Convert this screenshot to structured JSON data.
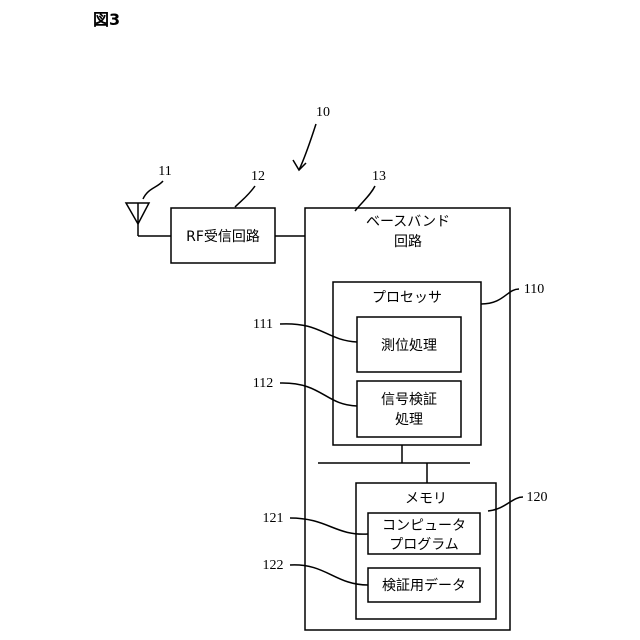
{
  "figure_label": "図3",
  "refs": {
    "system": "10",
    "antenna": "11",
    "rf_circuit": "12",
    "baseband": "13",
    "processor": "110",
    "positioning": "111",
    "signal_verification": "112",
    "memory": "120",
    "program": "121",
    "verification_data": "122"
  },
  "blocks": {
    "rf_circuit": "RF受信回路",
    "baseband_line1": "ベースバンド",
    "baseband_line2": "回路",
    "processor": "プロセッサ",
    "positioning": "測位処理",
    "signal_verification_line1": "信号検証",
    "signal_verification_line2": "処理",
    "memory": "メモリ",
    "program_line1": "コンピュータ",
    "program_line2": "プログラム",
    "verification_data": "検証用データ"
  }
}
